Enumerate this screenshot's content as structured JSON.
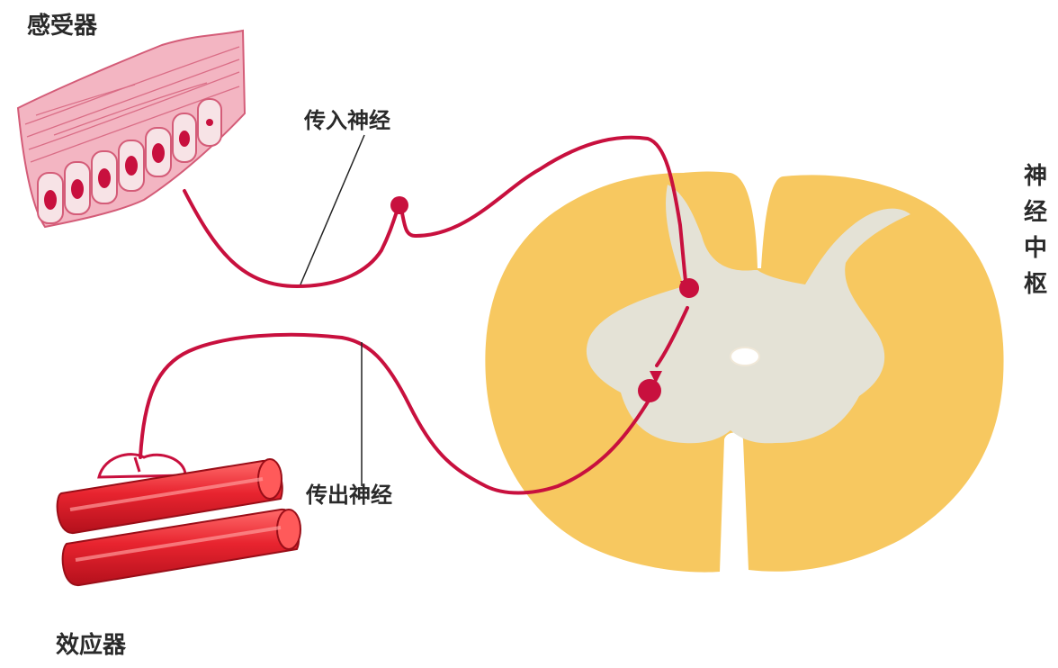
{
  "labels": {
    "receptor": "感受器",
    "afferent_nerve": "传入神经",
    "efferent_nerve": "传出神经",
    "effector": "效应器",
    "nerve_center": "神经中枢"
  },
  "colors": {
    "nerve": "#c8103e",
    "white_matter": "#f7c860",
    "gray_matter": "#e4e2d6",
    "skin_pink": "#f3b5c2",
    "muscle": "#e8242f",
    "text": "#2a2a2a"
  }
}
